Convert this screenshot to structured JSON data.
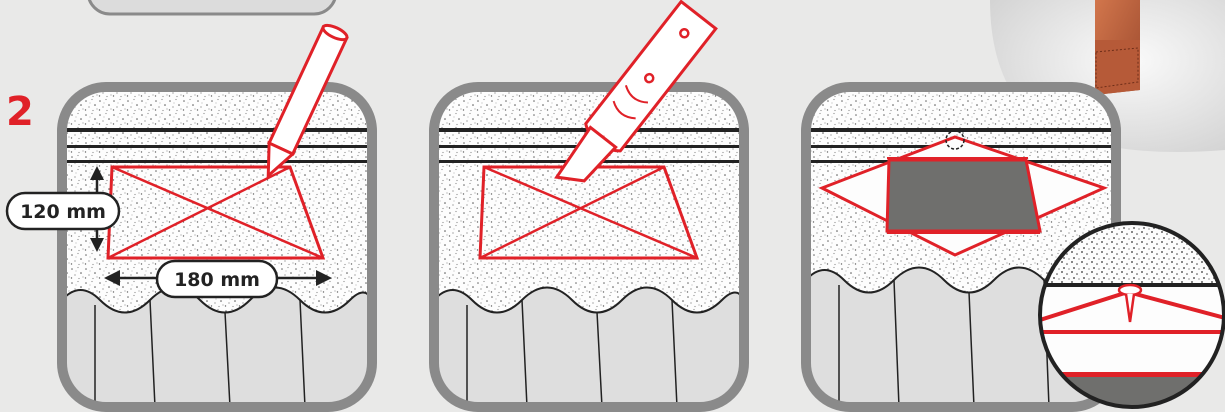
{
  "step": {
    "number": "2"
  },
  "dimensions": {
    "height_label": "120 mm",
    "width_label": "180 mm"
  },
  "panels": [
    {
      "id": "mark",
      "tool_icon": "pencil-icon"
    },
    {
      "id": "cut",
      "tool_icon": "utility-knife-icon"
    },
    {
      "id": "fold",
      "tool_icon": "nail-icon"
    }
  ],
  "product_photo_icon": "sealing-tape-roll-icon",
  "colors": {
    "accent": "#e02128",
    "frame": "#8a8a8a",
    "background": "#e9e9e8",
    "roof_fill": "#e2e2e2",
    "opening": "#6f6f6d",
    "ink": "#222222"
  }
}
